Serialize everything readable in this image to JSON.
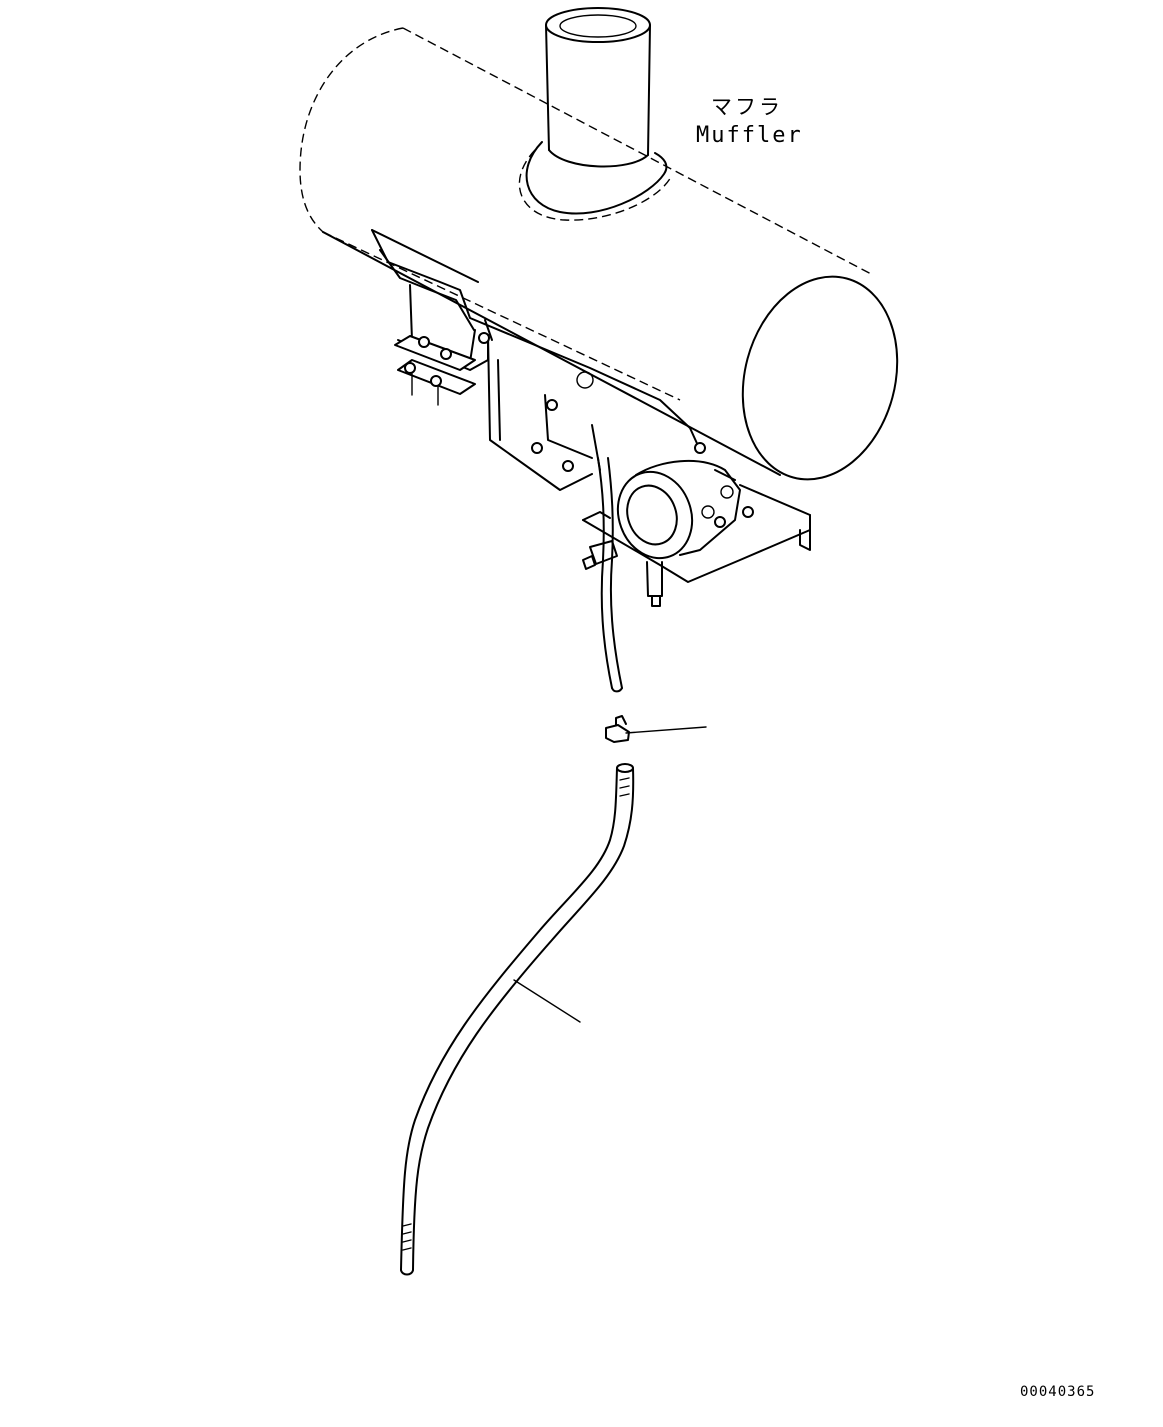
{
  "labels": {
    "muffler_jp": "マフラ",
    "muffler_en": "Muffler",
    "drawing_number": "00040365"
  }
}
